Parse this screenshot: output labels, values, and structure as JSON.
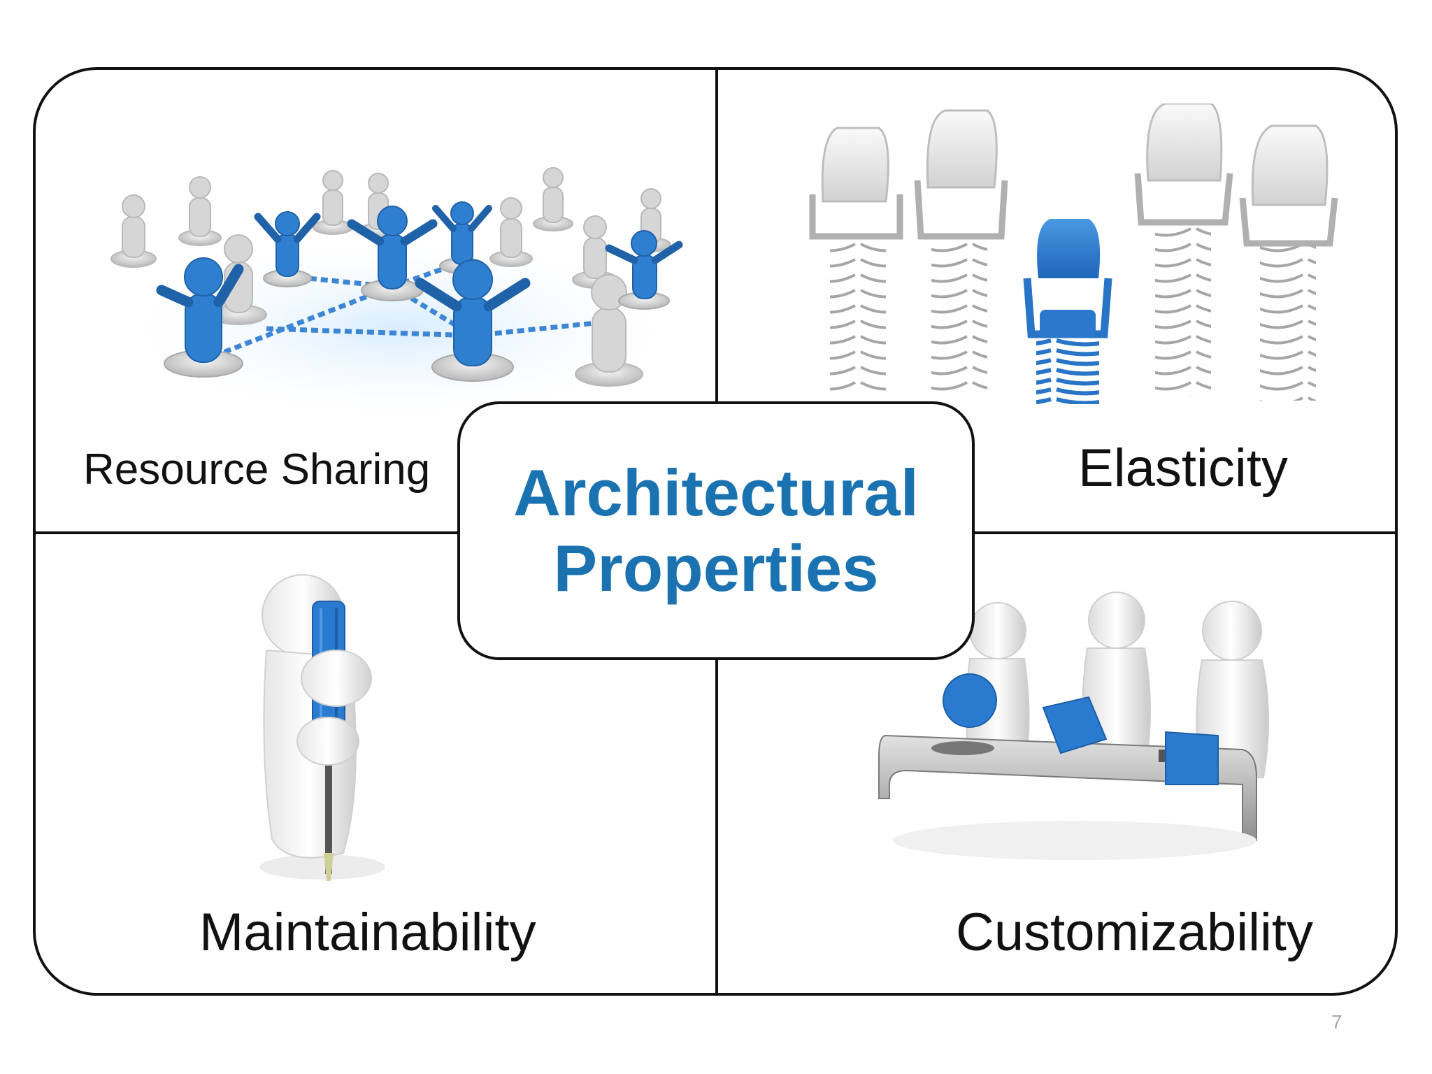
{
  "slide": {
    "page_number": "7",
    "center": {
      "line1": "Architectural",
      "line2": "Properties",
      "color": "#1a72b0"
    },
    "quadrants": [
      {
        "label": "Resource Sharing",
        "illustration": "people-network-illustration"
      },
      {
        "label": "Elasticity",
        "illustration": "spring-chairs-illustration"
      },
      {
        "label": "Maintainability",
        "illustration": "figure-with-screwdriver-illustration"
      },
      {
        "label": "Customizability",
        "illustration": "figures-assembling-blocks-illustration"
      }
    ],
    "colors": {
      "accent_blue": "#1a72b0",
      "figure_blue": "#2f7fd0",
      "figure_grey": "#d8d8d8",
      "outline": "#111111"
    }
  }
}
